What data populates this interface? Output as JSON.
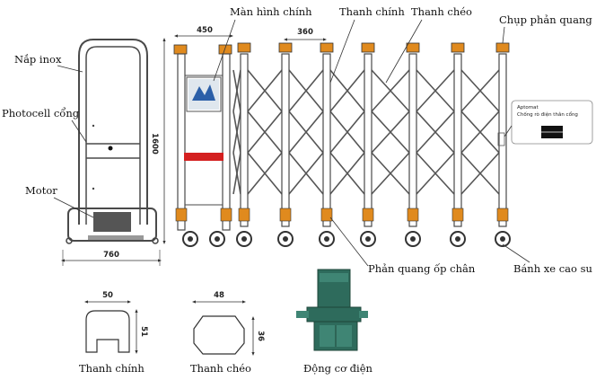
{
  "labels": {
    "top_cover": "Nắp inox",
    "photocell": "Photocell cổng",
    "motor": "Motor",
    "main_screen": "Màn hình chính",
    "main_bar": "Thanh chính",
    "cross_bar": "Thanh chéo",
    "reflector_cap": "Chụp phản quang",
    "foot_reflector": "Phản quang ốp chân",
    "rubber_wheel": "Bánh xe cao su",
    "main_bar_section": "Thanh chính",
    "cross_bar_section": "Thanh chéo",
    "electric_motor": "Động cơ điện",
    "aptomat_title": "Aptomat",
    "aptomat_note": "Chống rò điện thân cổng"
  },
  "dimensions": {
    "motor_width": "760",
    "gate_height": "1600",
    "head_width": "450",
    "bar_spacing": "360",
    "main_bar_w": "50",
    "main_bar_h": "51",
    "cross_bar_w": "48",
    "cross_bar_h": "36"
  },
  "colors": {
    "outline": "#4a4a4a",
    "reflector": "#e08a1e",
    "red_strip": "#d42020",
    "motor_green": "#2e6b5c",
    "dark_block": "#555555"
  }
}
